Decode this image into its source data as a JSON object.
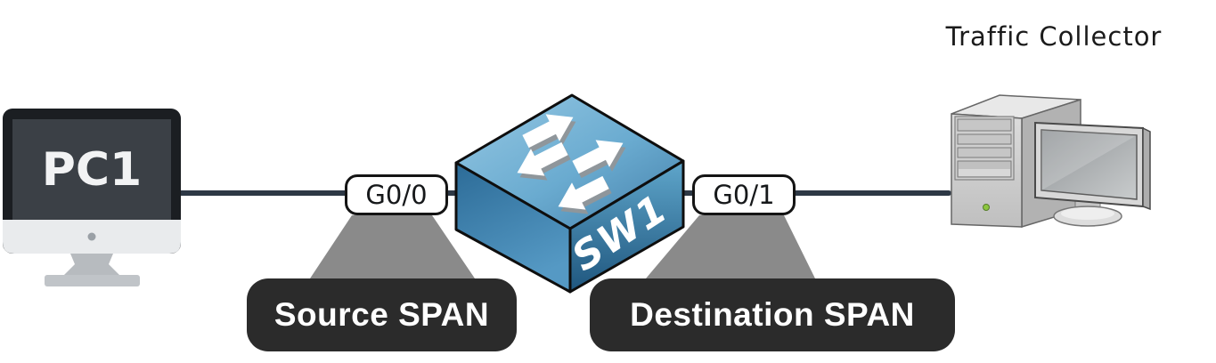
{
  "title": "Traffic Collector",
  "nodes": {
    "pc": {
      "label": "PC1"
    },
    "switch": {
      "label": "SW1"
    },
    "collector": {
      "label": "Traffic Collector"
    }
  },
  "ports": [
    {
      "label": "G0/0"
    },
    {
      "label": "G0/1"
    }
  ],
  "callouts": [
    {
      "label": "Source SPAN",
      "attached_to": "G0/0"
    },
    {
      "label": "Destination SPAN",
      "attached_to": "G0/1"
    }
  ],
  "links": [
    {
      "from": "PC1",
      "to": "SW1",
      "via_port": "G0/0"
    },
    {
      "from": "SW1",
      "to": "Traffic Collector",
      "via_port": "G0/1"
    }
  ],
  "colors": {
    "background": "#ffffff",
    "link_line": "#2d3845",
    "callout_bg": "#2b2b2b",
    "callout_text": "#ffffff",
    "pointer_gray": "#8a8a8a",
    "port_badge_bg": "#ffffff",
    "port_badge_border": "#141414",
    "switch_blue_light": "#8fc2de",
    "switch_blue_dark": "#27597e",
    "pc_body": "#1b1e22",
    "pc_screen": "#3b4046",
    "led_green": "#8dc63f"
  }
}
